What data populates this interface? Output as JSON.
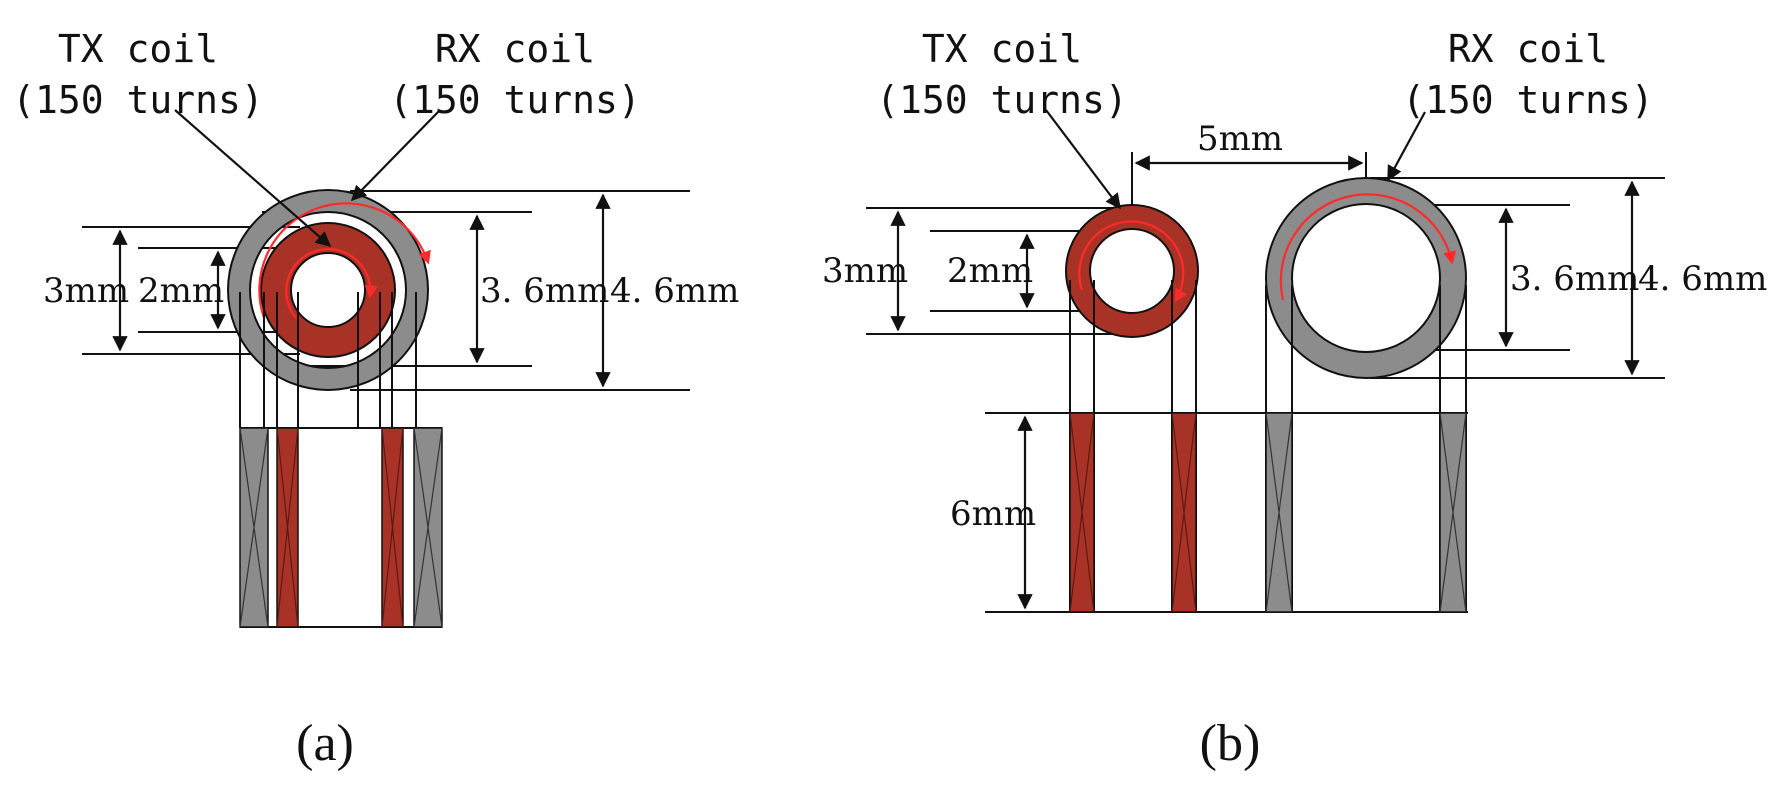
{
  "colors": {
    "tx_coil": "#a93226",
    "rx_coil": "#8c8c8c",
    "current_arrow": "#ff2a2a",
    "line": "#111111"
  },
  "panel_a": {
    "tx_label_line1": "TX coil",
    "tx_label_line2": "(150 turns)",
    "rx_label_line1": "RX coil",
    "rx_label_line2": "(150 turns)",
    "dim_tx_outer": "3mm",
    "dim_tx_inner": "2mm",
    "dim_rx_inner": "3. 6mm",
    "dim_rx_outer": "4. 6mm",
    "caption": "(a)"
  },
  "panel_b": {
    "tx_label_line1": "TX coil",
    "tx_label_line2": "(150 turns)",
    "rx_label_line1": "RX coil",
    "rx_label_line2": "(150 turns)",
    "dim_spacing": "5mm",
    "dim_tx_outer": "3mm",
    "dim_tx_inner": "2mm",
    "dim_rx_inner": "3. 6mm",
    "dim_rx_outer": "4. 6mm",
    "dim_height": "6mm",
    "caption": "(b)"
  }
}
